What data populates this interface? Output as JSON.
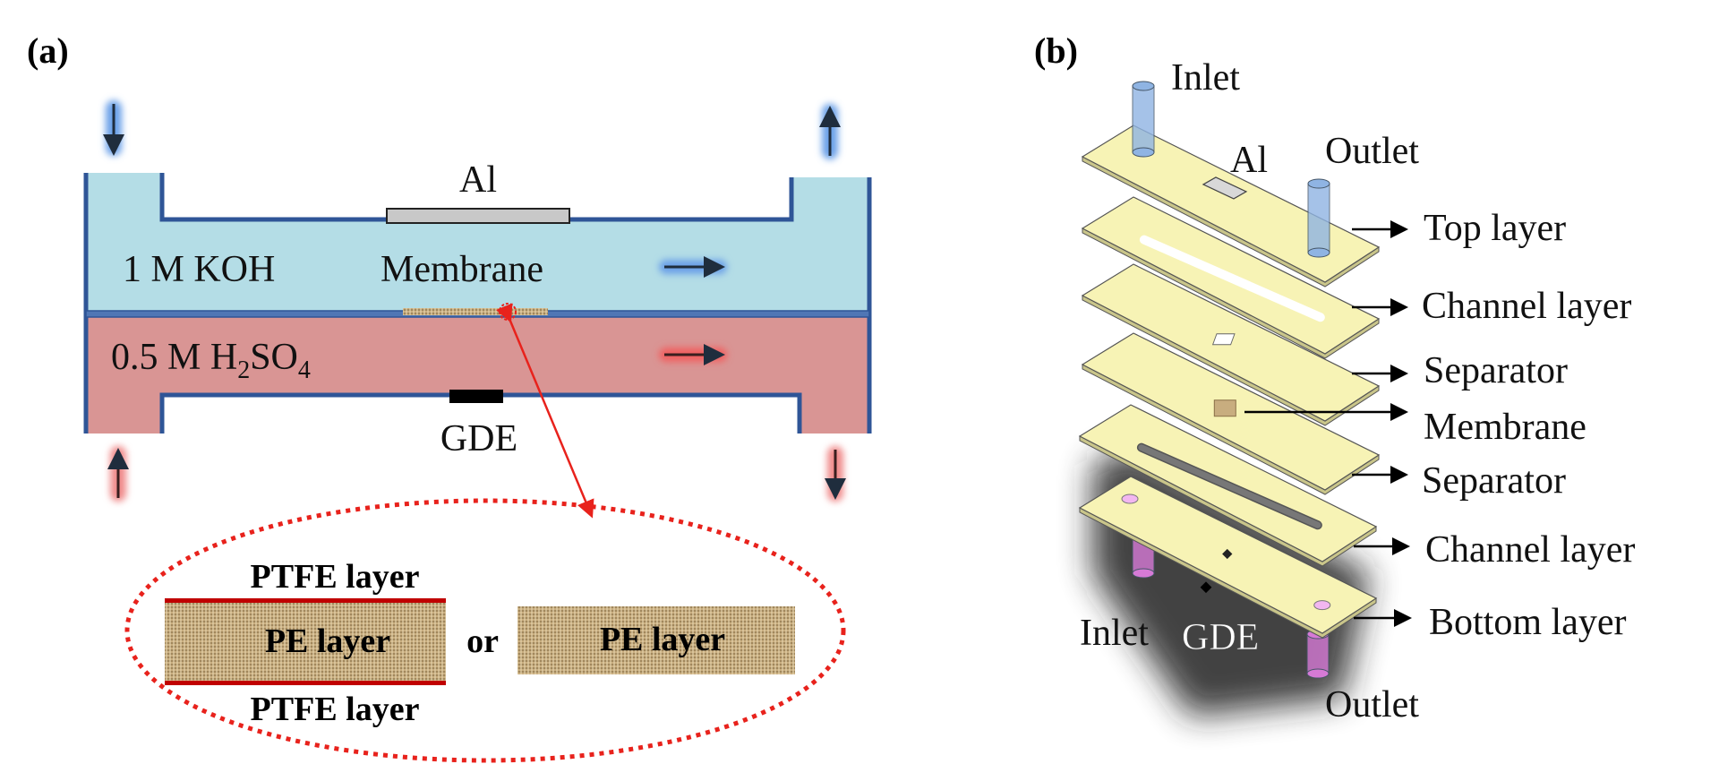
{
  "panel_a": {
    "label": "(a)",
    "anode_label": "Al",
    "anolyte_label": "1 M KOH",
    "membrane_label": "Membrane",
    "catholyte_label_main": "0.5 M H",
    "catholyte_sub1": "2",
    "catholyte_mid": "SO",
    "catholyte_sub2": "4",
    "cathode_label": "GDE",
    "inset": {
      "ptfe_top": "PTFE layer",
      "pe_layer_1": "PE layer",
      "ptfe_bottom": "PTFE layer",
      "or": "or",
      "pe_layer_2": "PE layer"
    },
    "colors": {
      "anolyte": "#b4dde6",
      "catholyte": "#d99594",
      "wall": "#2f5597",
      "callout": "#e8221c",
      "ptfe": "#c00000",
      "fabric": "#c8ad7f"
    }
  },
  "panel_b": {
    "label": "(b)",
    "inlet_top": "Inlet",
    "outlet_top": "Outlet",
    "al_label": "Al",
    "layers": [
      "Top layer",
      "Channel layer",
      "Separator",
      "Membrane",
      "Separator",
      "Channel layer",
      "Bottom layer"
    ],
    "inlet_bottom": "Inlet",
    "gde_label": "GDE",
    "outlet_bottom": "Outlet",
    "colors": {
      "plate": "#f7f3b5",
      "inlet_tube": "#8fb4e3",
      "outlet_tube": "#d67ad6"
    }
  }
}
